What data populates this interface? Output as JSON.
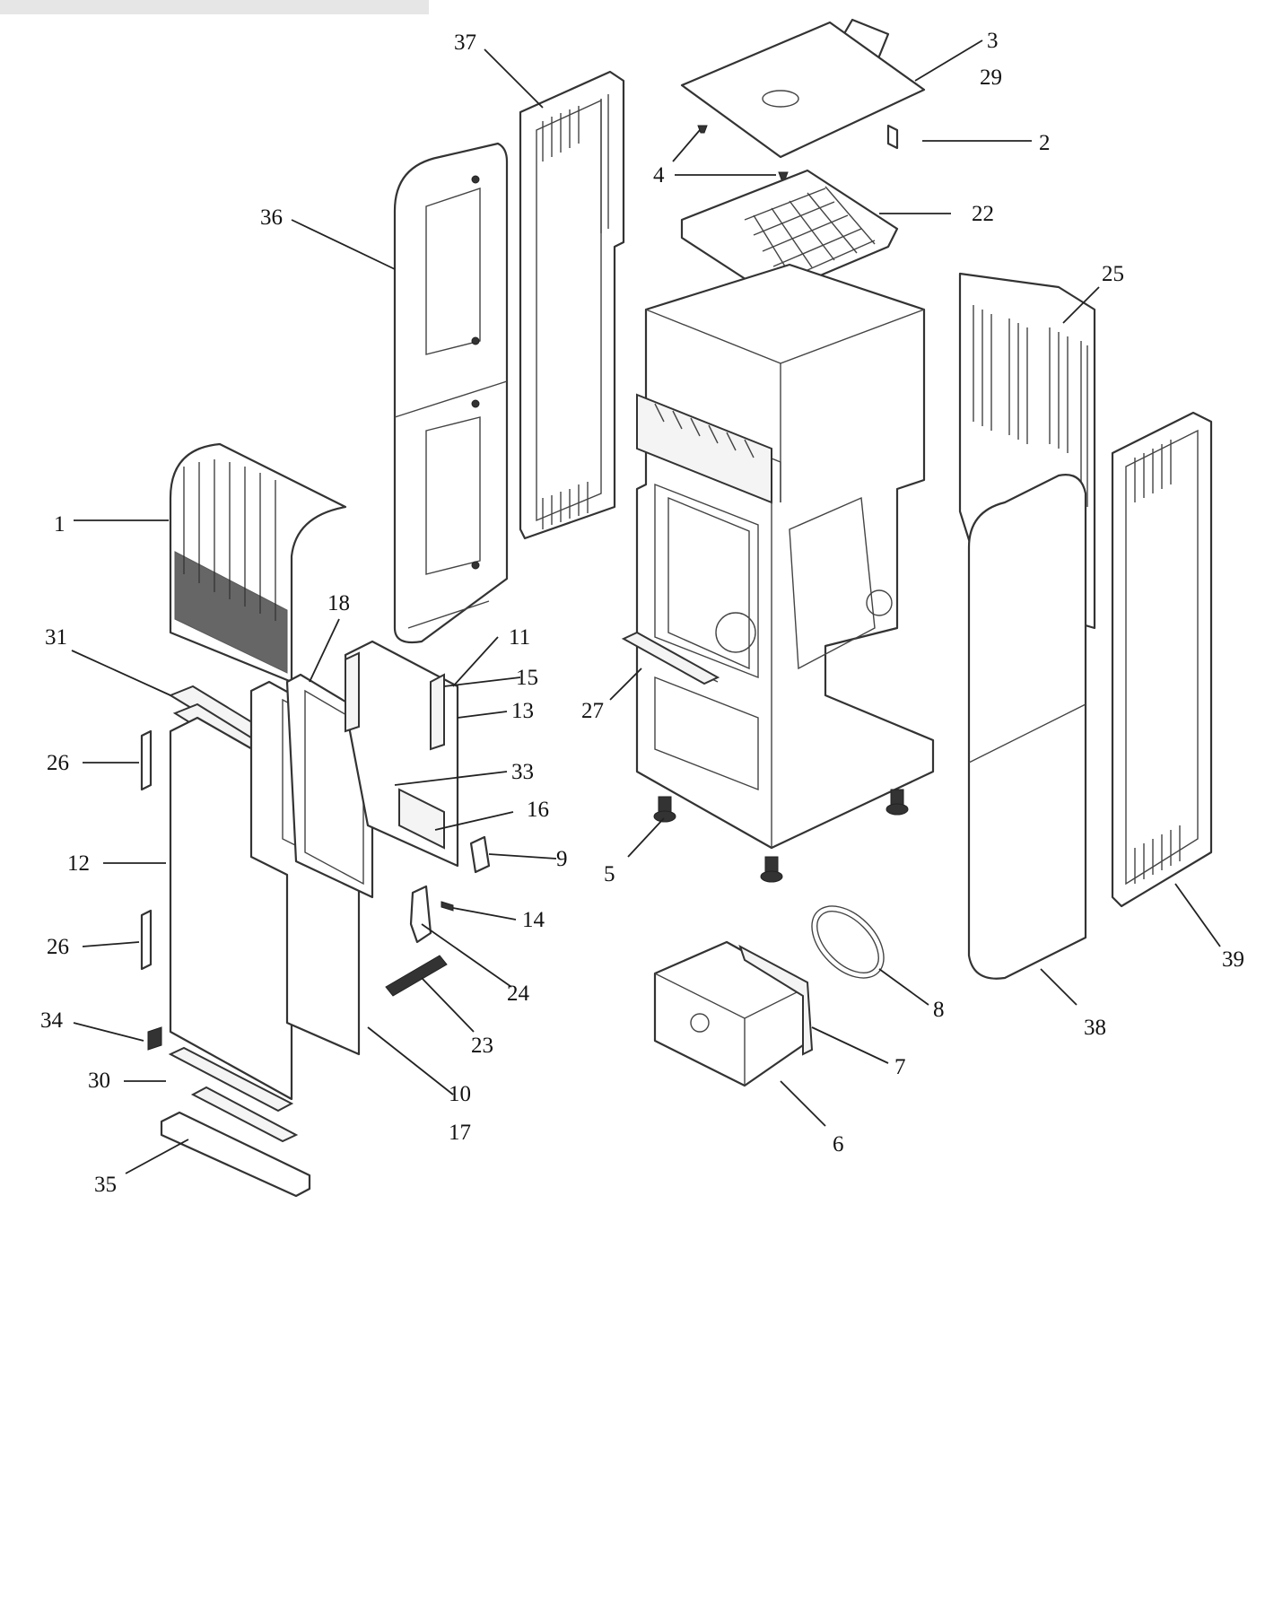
{
  "diagram": {
    "type": "exploded-parts-diagram",
    "callouts": [
      {
        "id": "c1",
        "label": "1"
      },
      {
        "id": "c2",
        "label": "2"
      },
      {
        "id": "c3",
        "label": "3"
      },
      {
        "id": "c29",
        "label": "29"
      },
      {
        "id": "c4",
        "label": "4"
      },
      {
        "id": "c5",
        "label": "5"
      },
      {
        "id": "c6",
        "label": "6"
      },
      {
        "id": "c7",
        "label": "7"
      },
      {
        "id": "c8",
        "label": "8"
      },
      {
        "id": "c9",
        "label": "9"
      },
      {
        "id": "c10",
        "label": "10"
      },
      {
        "id": "c17",
        "label": "17"
      },
      {
        "id": "c11",
        "label": "11"
      },
      {
        "id": "c12",
        "label": "12"
      },
      {
        "id": "c13",
        "label": "13"
      },
      {
        "id": "c14",
        "label": "14"
      },
      {
        "id": "c15",
        "label": "15"
      },
      {
        "id": "c16",
        "label": "16"
      },
      {
        "id": "c18",
        "label": "18"
      },
      {
        "id": "c22",
        "label": "22"
      },
      {
        "id": "c23",
        "label": "23"
      },
      {
        "id": "c24",
        "label": "24"
      },
      {
        "id": "c25",
        "label": "25"
      },
      {
        "id": "c26a",
        "label": "26"
      },
      {
        "id": "c26b",
        "label": "26"
      },
      {
        "id": "c27",
        "label": "27"
      },
      {
        "id": "c30",
        "label": "30"
      },
      {
        "id": "c31",
        "label": "31"
      },
      {
        "id": "c33",
        "label": "33"
      },
      {
        "id": "c34",
        "label": "34"
      },
      {
        "id": "c35",
        "label": "35"
      },
      {
        "id": "c36",
        "label": "36"
      },
      {
        "id": "c37",
        "label": "37"
      },
      {
        "id": "c38",
        "label": "38"
      },
      {
        "id": "c39",
        "label": "39"
      }
    ]
  }
}
